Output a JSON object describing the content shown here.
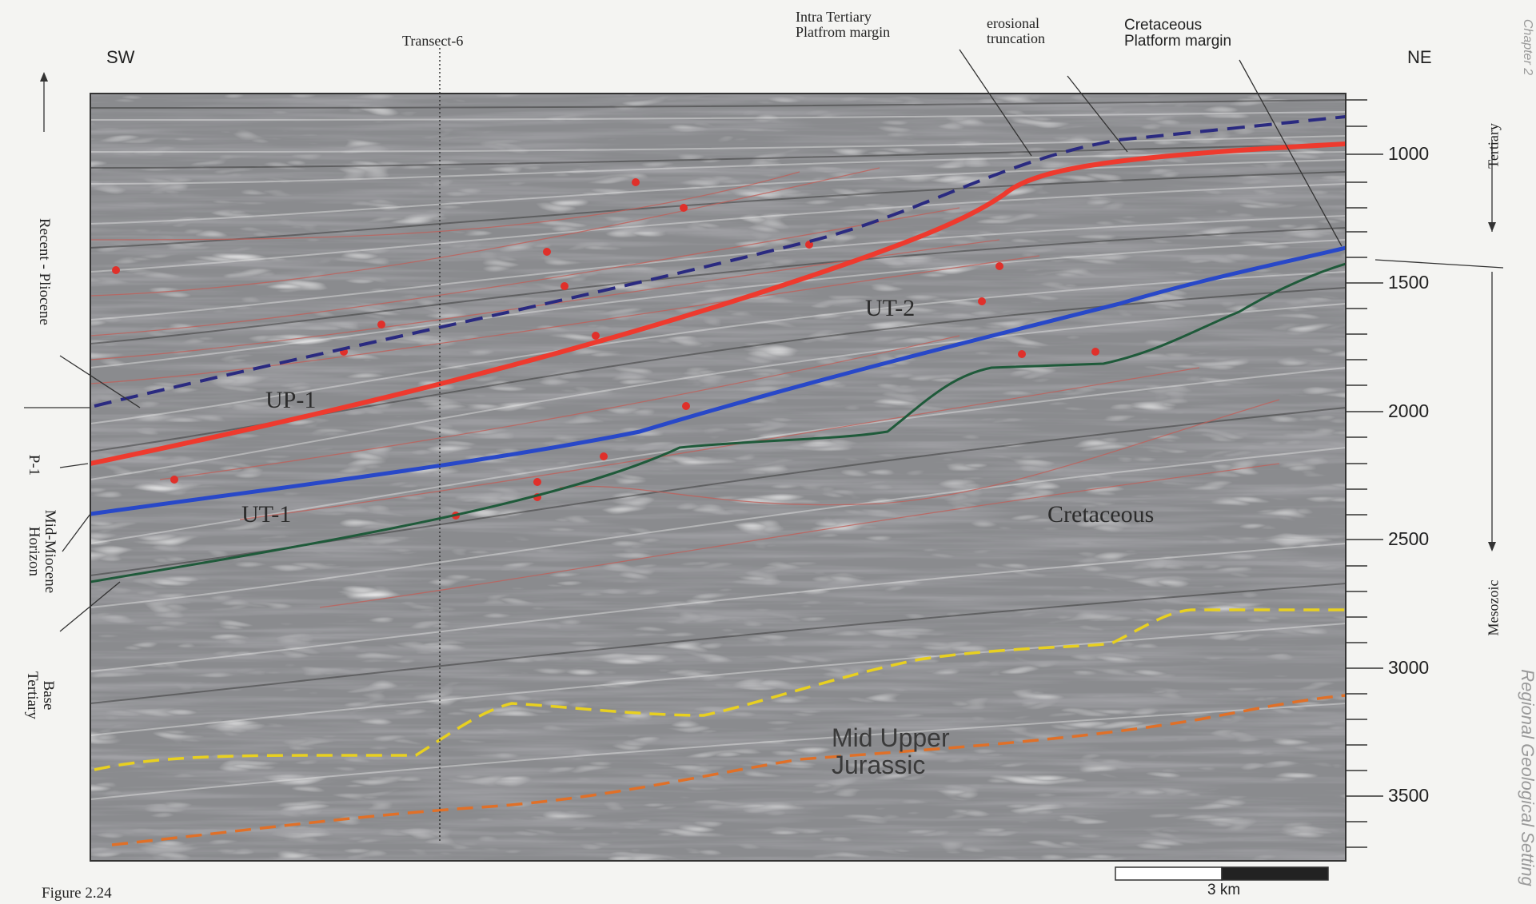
{
  "orientation": {
    "left": "SW",
    "right": "NE"
  },
  "top_labels": {
    "transect": "Transect-6",
    "intra_tertiary": "Intra Tertiary\nPlatfrom margin",
    "erosional": "erosional\ntruncation",
    "cretaceous_margin": "Cretaceous\nPlatform margin"
  },
  "left_labels": {
    "recent_pliocene": "Recent - Pliocene",
    "p1": "P-1",
    "mid_miocene": "Mid-Miocene\nHorizon",
    "base_tertiary": "Base\nTertiary"
  },
  "section_labels": {
    "up1": "UP-1",
    "ut1": "UT-1",
    "ut2": "UT-2",
    "cretaceous": "Cretaceous",
    "jurassic": "Mid Upper\nJurassic"
  },
  "depth_axis": {
    "ticks": [
      "1000",
      "1500",
      "2000",
      "2500",
      "3000",
      "3500"
    ]
  },
  "era_labels": {
    "tertiary": "Tertiary",
    "mesozoic": "Mesozoic"
  },
  "scale_bar": {
    "label": "3 km"
  },
  "figure_caption": "Figure 2.24",
  "margin_text": {
    "chapter": "Chapter 2",
    "section": "Regional Geological Setting"
  },
  "colors": {
    "p1_horizon": "#ee3a2e",
    "mid_miocene": "#2848c8",
    "base_tertiary": "#1f5a3a",
    "recent_pliocene": "#2a2a80",
    "jurassic_upper": "#e8d020",
    "jurassic_lower": "#e07028",
    "thin_reflector": "#c0605a"
  }
}
